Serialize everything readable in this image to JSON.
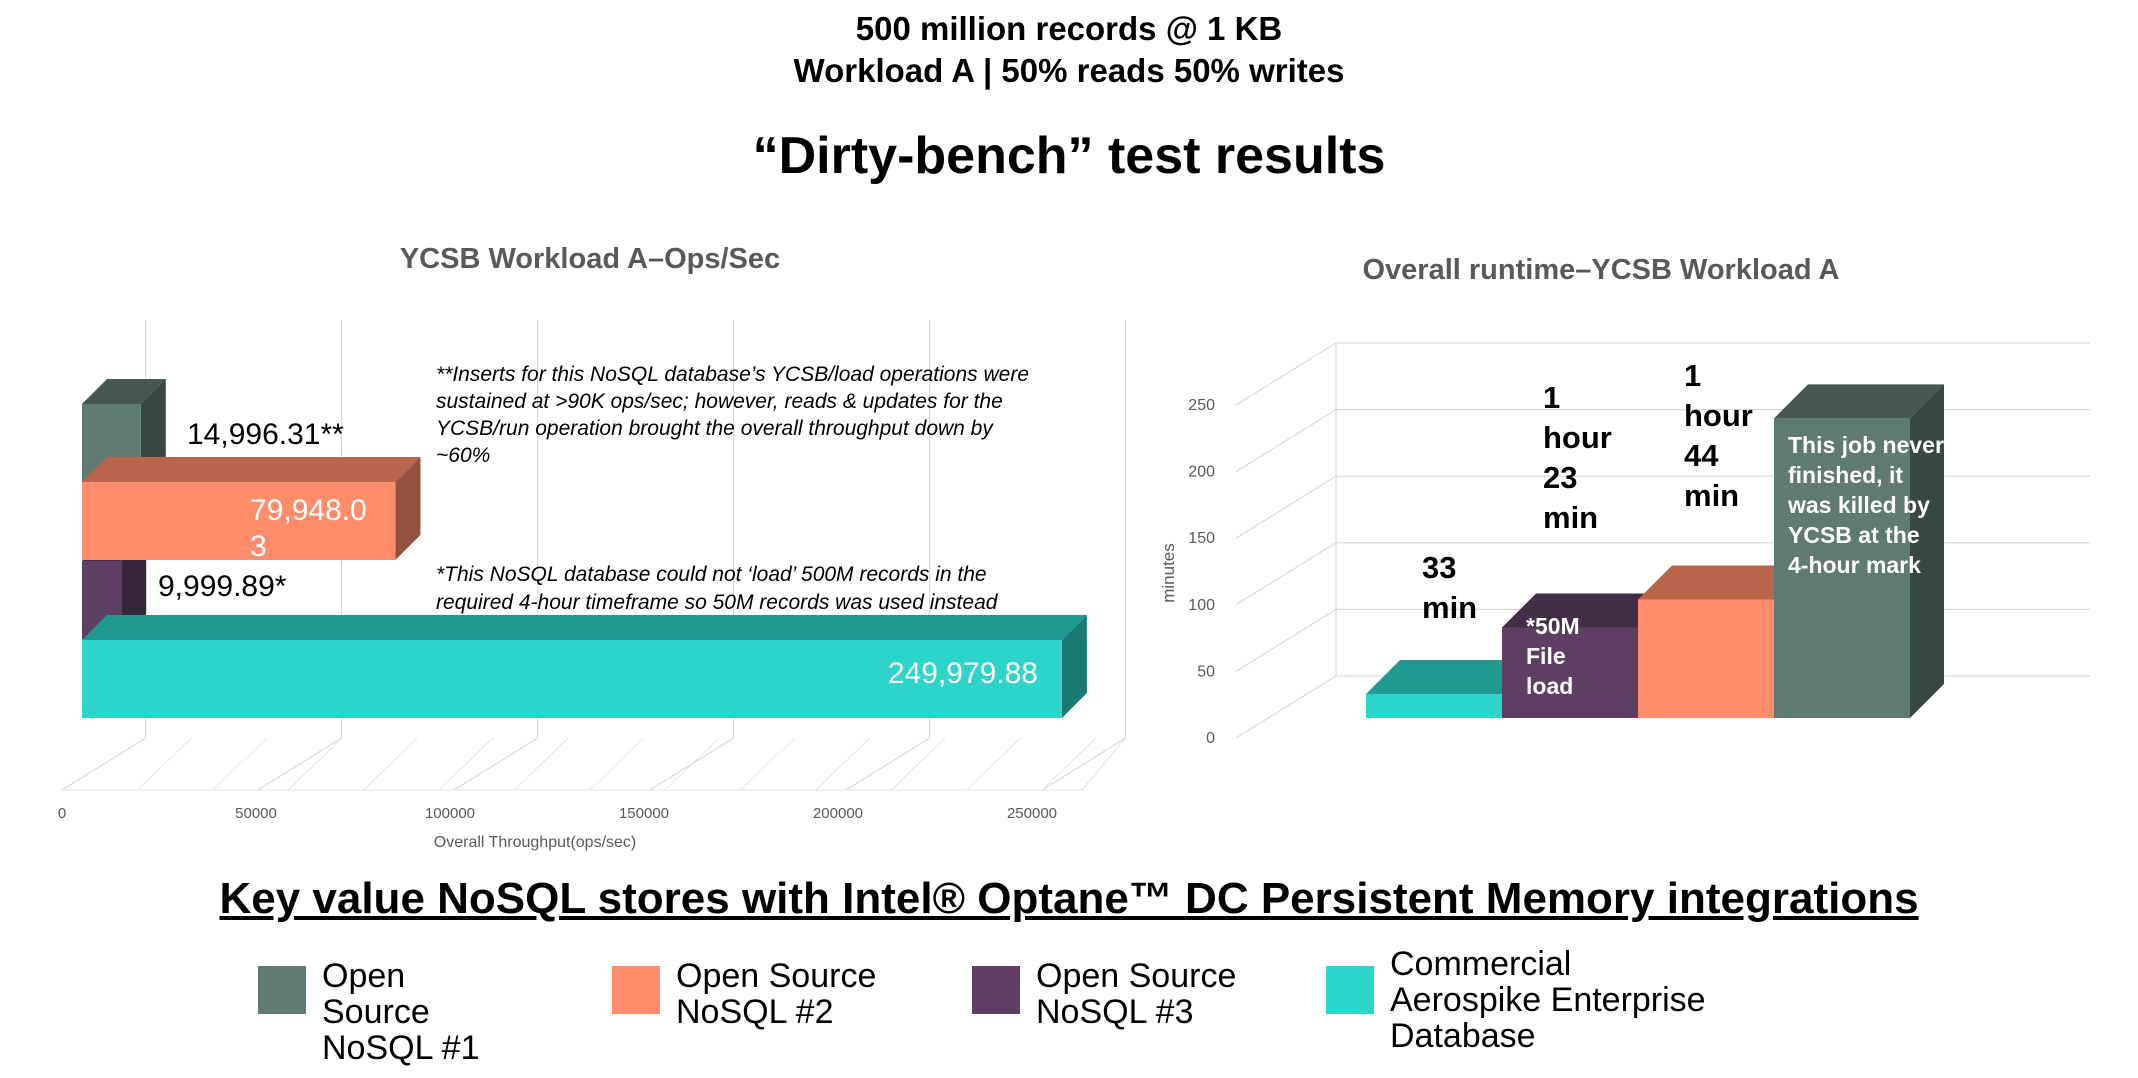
{
  "header": {
    "line1": "500 million records @ 1 KB",
    "line2": "Workload A | 50% reads 50% writes",
    "line3": "“Dirty-bench” test results"
  },
  "colors": {
    "os1": "#5e7a71",
    "os2": "#ff8c6a",
    "os3": "#5e3f63",
    "aerospike": "#2dd4c9"
  },
  "chart_data": [
    {
      "type": "bar",
      "orientation": "horizontal",
      "title": "YCSB Workload A–Ops/Sec",
      "xlabel": "Overall Throughput(ops/sec)",
      "xlim": [
        0,
        250000
      ],
      "xticks": [
        "0",
        "50000",
        "100000",
        "150000",
        "200000",
        "250000"
      ],
      "bars": [
        {
          "series": "os1",
          "value": 14996.31,
          "label": "14,996.31**"
        },
        {
          "series": "os2",
          "value": 79948.03,
          "label": "79,948.03"
        },
        {
          "series": "os3",
          "value": 9999.89,
          "label": "9,999.89*"
        },
        {
          "series": "aerospike",
          "value": 249979.88,
          "label": "249,979.88"
        }
      ],
      "annotations": [
        "**Inserts for this NoSQL database’s YCSB/load operations were sustained at >90K ops/sec; however, reads & updates for the YCSB/run operation brought the overall throughput down by ~60%",
        "*This NoSQL database could not ‘load’ 500M records in the required 4-hour timeframe so 50M records was used instead"
      ],
      "grid": true
    },
    {
      "type": "bar",
      "orientation": "vertical",
      "title": "Overall runtime–YCSB Workload A",
      "ylabel": "minutes",
      "ylim": [
        0,
        250
      ],
      "yticks": [
        "0",
        "50",
        "100",
        "150",
        "200",
        "250"
      ],
      "bars": [
        {
          "series": "aerospike",
          "value": 33,
          "top_label": [
            "33",
            "min"
          ],
          "inner_label": []
        },
        {
          "series": "os3",
          "value": 83,
          "top_label": [
            "1",
            "hour",
            "23",
            "min"
          ],
          "inner_label": [
            "*50M",
            "File",
            "load"
          ]
        },
        {
          "series": "os2",
          "value": 104,
          "top_label": [
            "1",
            "hour",
            "44",
            "min"
          ],
          "inner_label": []
        },
        {
          "series": "os1",
          "value": 240,
          "top_label": [],
          "inner_label": [
            "This job never",
            "finished, it",
            "was  killed by",
            "YCSB at the",
            "4-hour mark"
          ]
        }
      ],
      "grid": true
    }
  ],
  "legend": {
    "title": "Key value NoSQL stores with Intel® Optane™ DC Persistent Memory integrations",
    "items": [
      {
        "series": "os1",
        "label": "Open Source NoSQL #1"
      },
      {
        "series": "os2",
        "label": "Open Source NoSQL #2"
      },
      {
        "series": "os3",
        "label": "Open Source NoSQL #3"
      },
      {
        "series": "aerospike",
        "label": "Commercial Aerospike Enterprise Database"
      }
    ]
  }
}
